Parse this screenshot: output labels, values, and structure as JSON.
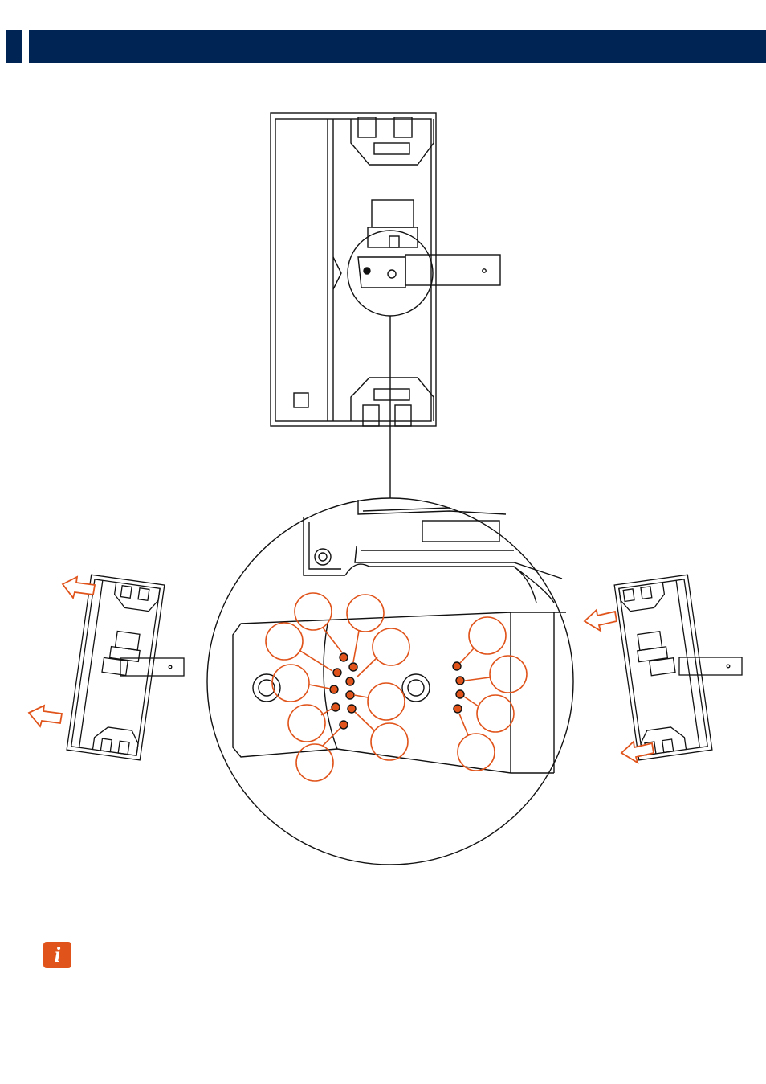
{
  "colors": {
    "header": "#002454",
    "accent": "#e0541b",
    "line": "#111111",
    "background": "#ffffff"
  },
  "header": {
    "title": ""
  },
  "icons": {
    "info": {
      "name": "info-icon",
      "glyph": "i"
    }
  },
  "callouts": {
    "left_group_count": 8,
    "right_group_count": 4,
    "labels": []
  }
}
